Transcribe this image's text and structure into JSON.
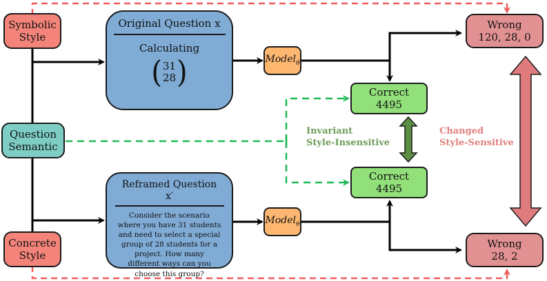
{
  "colors": {
    "arrow_black": "#000000",
    "dashed_red": "#f05a5a",
    "dashed_green": "#1db954",
    "double_arrow_green": "#5b8f45",
    "double_arrow_red": "#e07b7d"
  },
  "style_nodes": {
    "symbolic": "Symbolic Style",
    "semantic": "Question Semantic",
    "concrete": "Concrete Style"
  },
  "original": {
    "title": "Original Question x",
    "subtitle": "Calculating",
    "binom_top": "31",
    "binom_bottom": "28"
  },
  "reframed": {
    "title": "Reframed Question x′",
    "text": "Consider the scenario where you have 31 students and need to select a special group of 28 students for a project. How many different ways can you choose this group?"
  },
  "model": {
    "label": "Model",
    "subscript": "θ"
  },
  "correct_top": {
    "label": "Correct",
    "value": "4495"
  },
  "correct_bottom": {
    "label": "Correct",
    "value": "4495"
  },
  "wrong_top": {
    "label": "Wrong",
    "value": "120, 28, 0"
  },
  "wrong_bottom": {
    "label": "Wrong",
    "value": "28, 2"
  },
  "invariant": {
    "line1": "Invariant",
    "line2": "Style-Insensitive"
  },
  "changed": {
    "line1": "Changed",
    "line2": "Style-Sensitive"
  }
}
